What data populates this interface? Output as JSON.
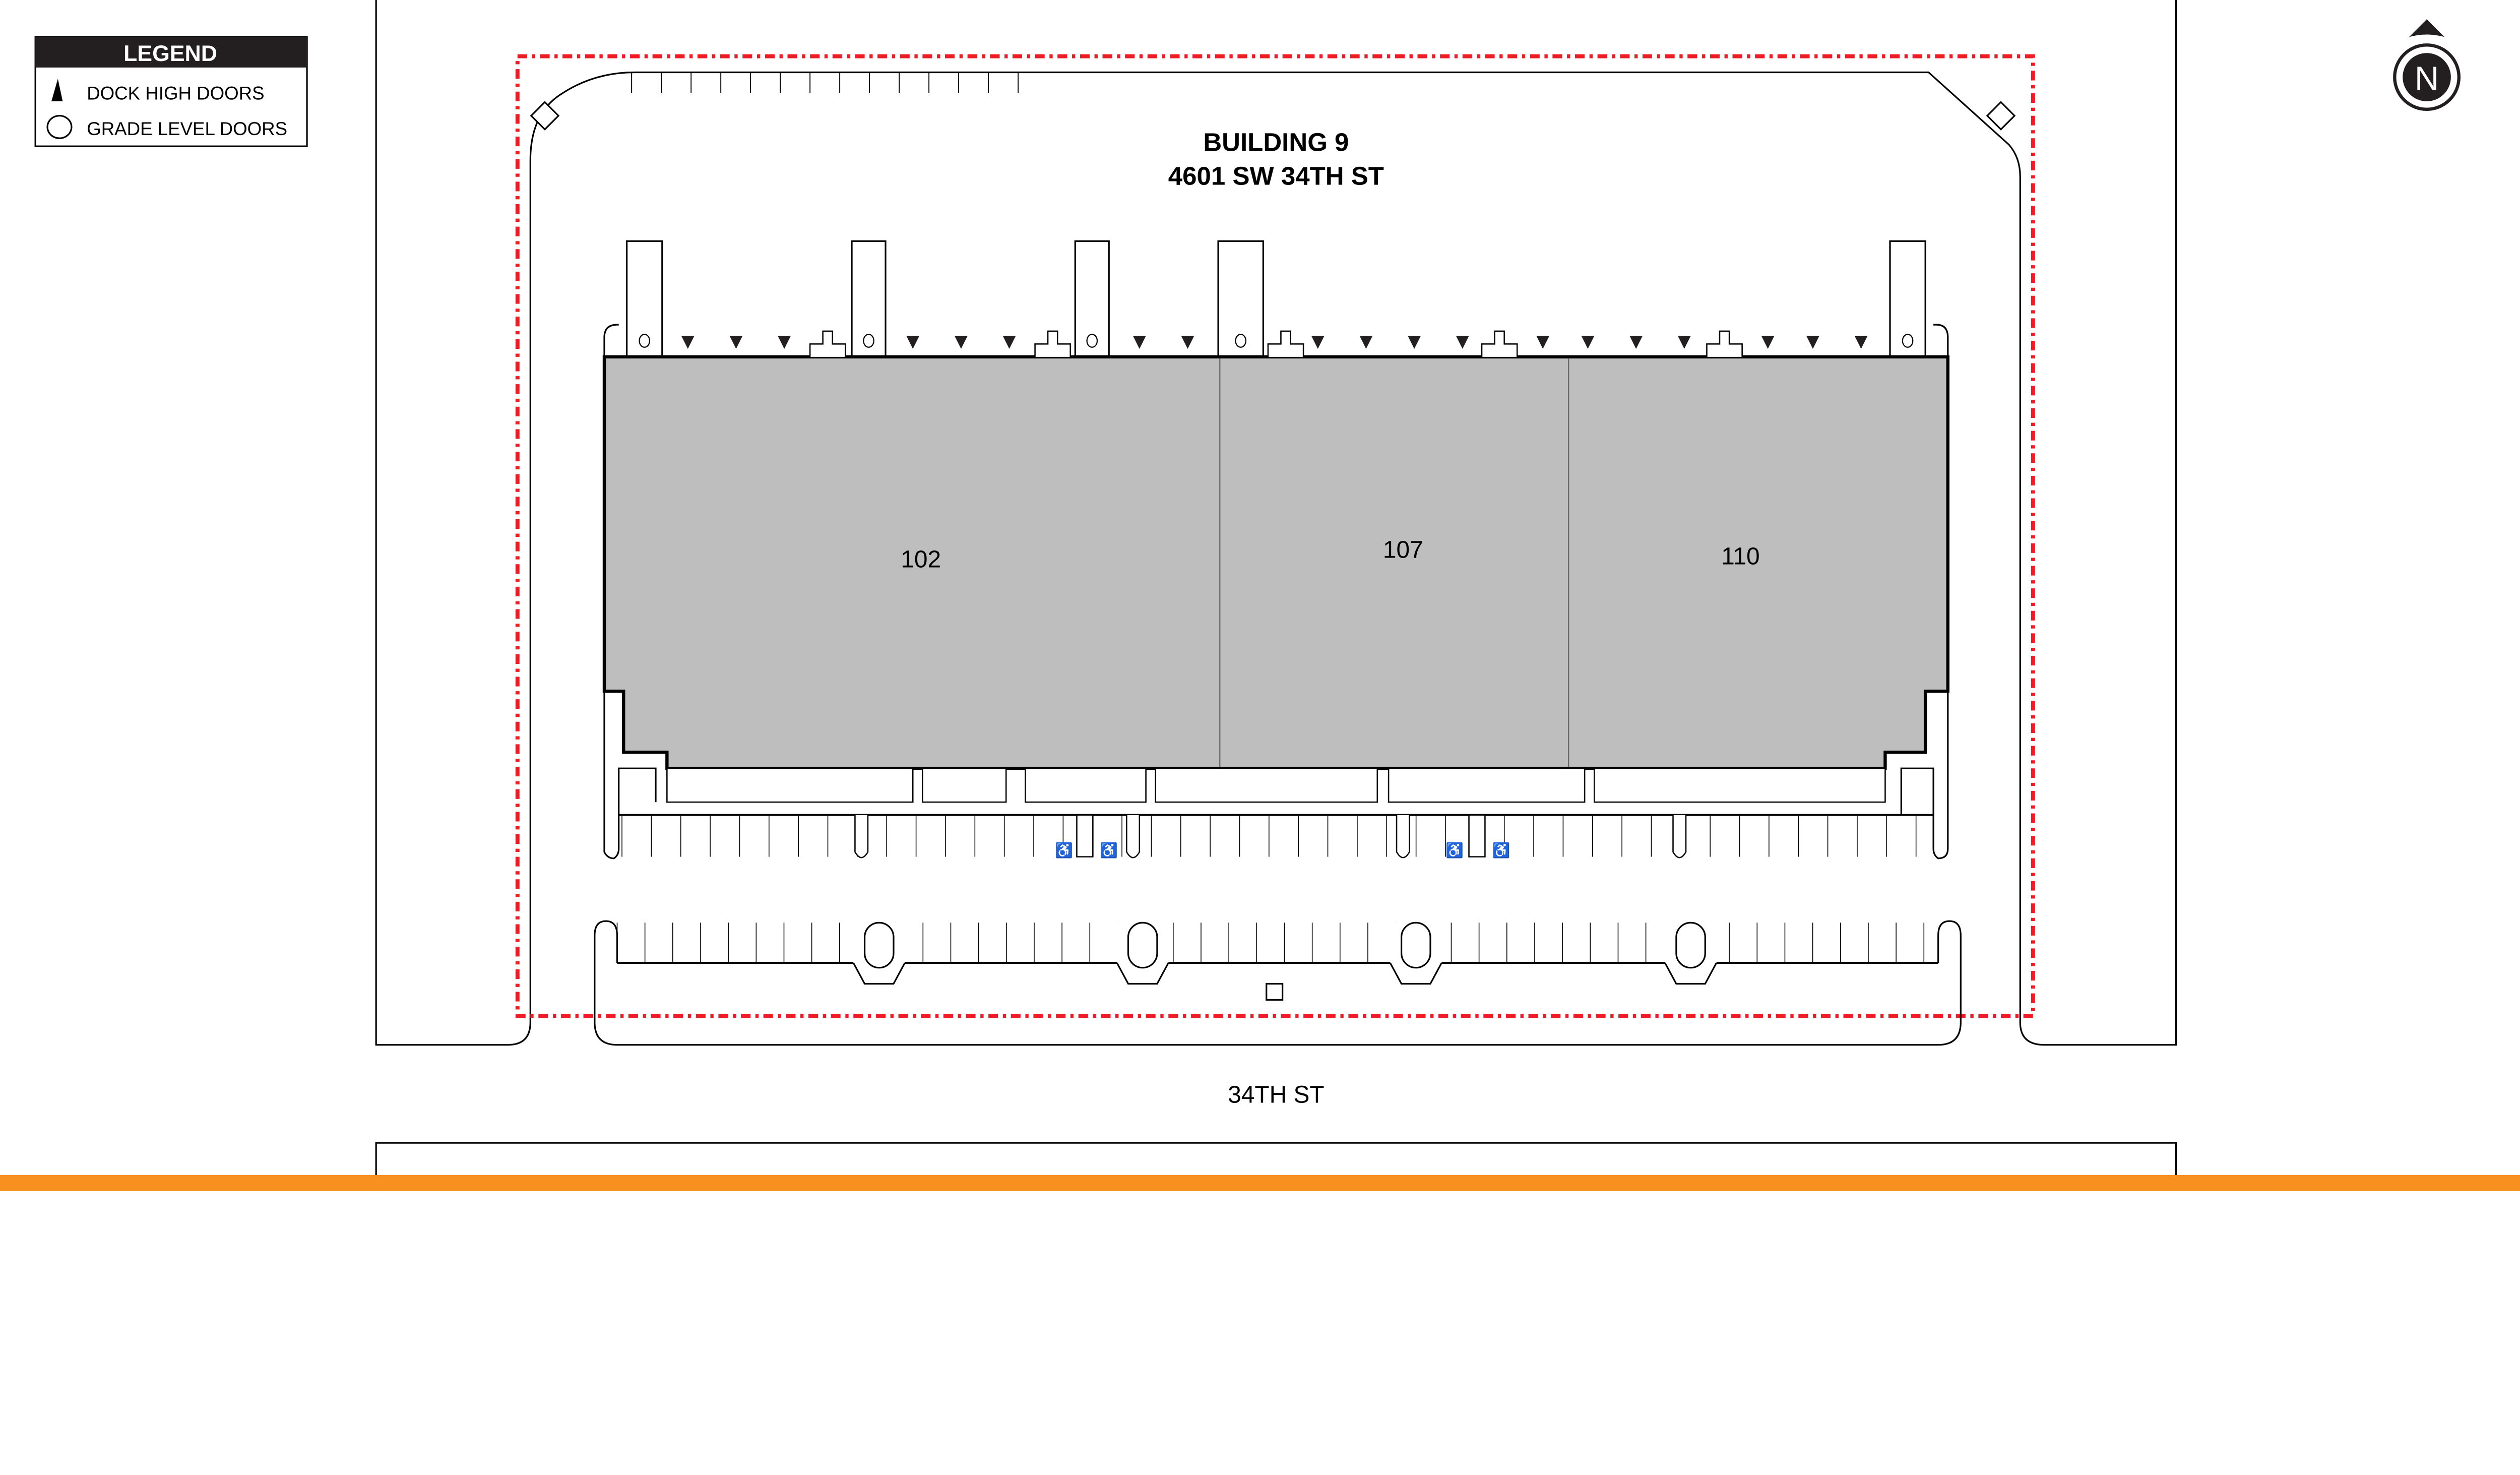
{
  "legend": {
    "title": "LEGEND",
    "items": [
      {
        "icon": "triangle-icon",
        "label": "DOCK HIGH DOORS"
      },
      {
        "icon": "circle-icon",
        "label": "GRADE LEVEL DOORS"
      }
    ]
  },
  "building": {
    "name": "BUILDING 9",
    "address": "4601 SW 34TH ST",
    "units": [
      "102",
      "107",
      "110"
    ]
  },
  "street": "34TH ST",
  "north": "N",
  "colors": {
    "building_fill": "#bebebe",
    "boundary": "#ee1c25",
    "footer_bar": "#f7901e"
  }
}
